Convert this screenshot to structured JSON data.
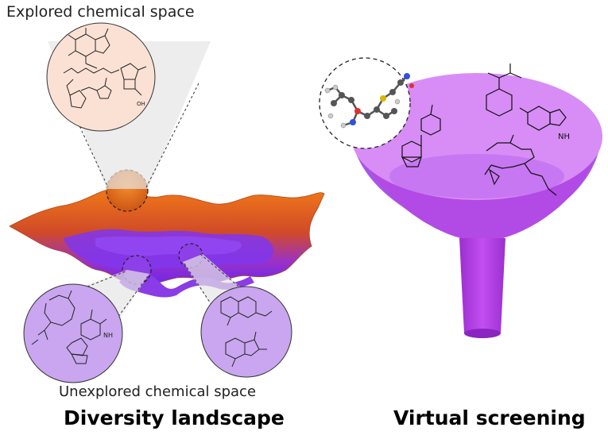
{
  "labels": {
    "explored": "Explored chemical space",
    "unexplored": "Unexplored chemical space"
  },
  "titles": {
    "left": "Diversity landscape",
    "right": "Virtual screening"
  },
  "molecule_labels": {
    "nh_indole": "NH",
    "nh_piperazine": "NH",
    "oh": "OH"
  },
  "colors": {
    "explored_circle": "#fbe1d4",
    "unexplored_circle": "#c9a6ef",
    "landscape_peak": "#f07818",
    "landscape_valley": "#7a2cf0",
    "funnel": "#d78df5",
    "funnel_dark": "#a64ee0",
    "funnel_stem": "#b53fe0"
  }
}
